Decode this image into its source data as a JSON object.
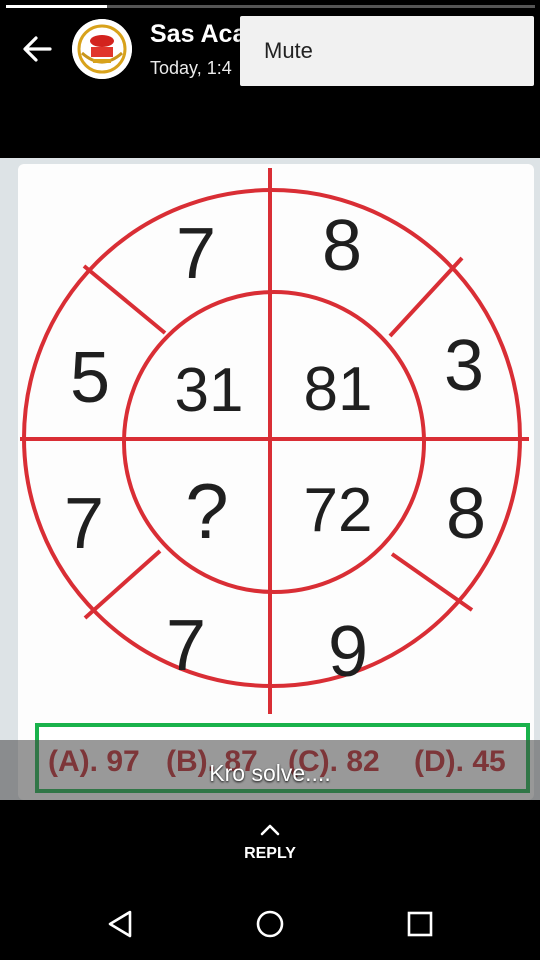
{
  "header": {
    "title": "Sas Aca",
    "subtitle": "Today, 1:4",
    "progress": 0.19,
    "avatar_icon": "academy-logo-icon"
  },
  "menu": {
    "items": [
      {
        "label": "Mute"
      }
    ]
  },
  "puzzle": {
    "outer_numbers": [
      "7",
      "8",
      "3",
      "8",
      "9",
      "7",
      "7",
      "5"
    ],
    "inner_numbers": [
      "31",
      "81",
      "72",
      "?"
    ],
    "options": [
      "(A). 97",
      "(B). 87",
      "(C). 82",
      "(D). 45"
    ],
    "colors": {
      "ring": "#d92e35",
      "digit": "#1f1f1f",
      "option_border": "#19b24b",
      "option_text": "#c0242b"
    }
  },
  "caption": "Kro solve....",
  "reply": {
    "label": "REPLY",
    "icon": "chevron-up-icon"
  },
  "nav": {
    "back_icon": "nav-back-icon",
    "home_icon": "nav-home-icon",
    "recents_icon": "nav-recents-icon"
  }
}
